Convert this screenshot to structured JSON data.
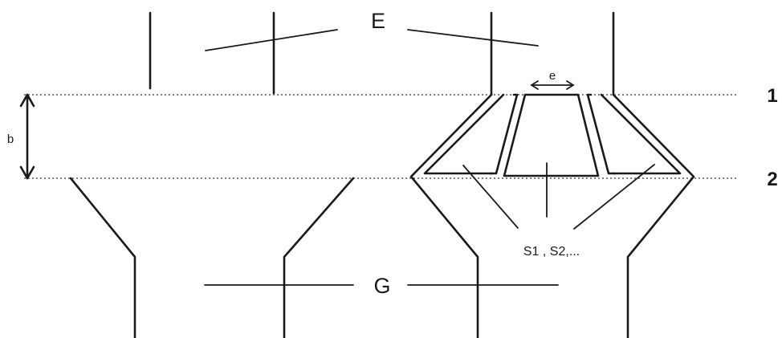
{
  "labels": {
    "top_label": "E",
    "bottom_label": "G",
    "level_1": "1",
    "level_2": "2",
    "height_label": "b",
    "width_label": "e",
    "slots_label": "S1 , S2,..."
  }
}
